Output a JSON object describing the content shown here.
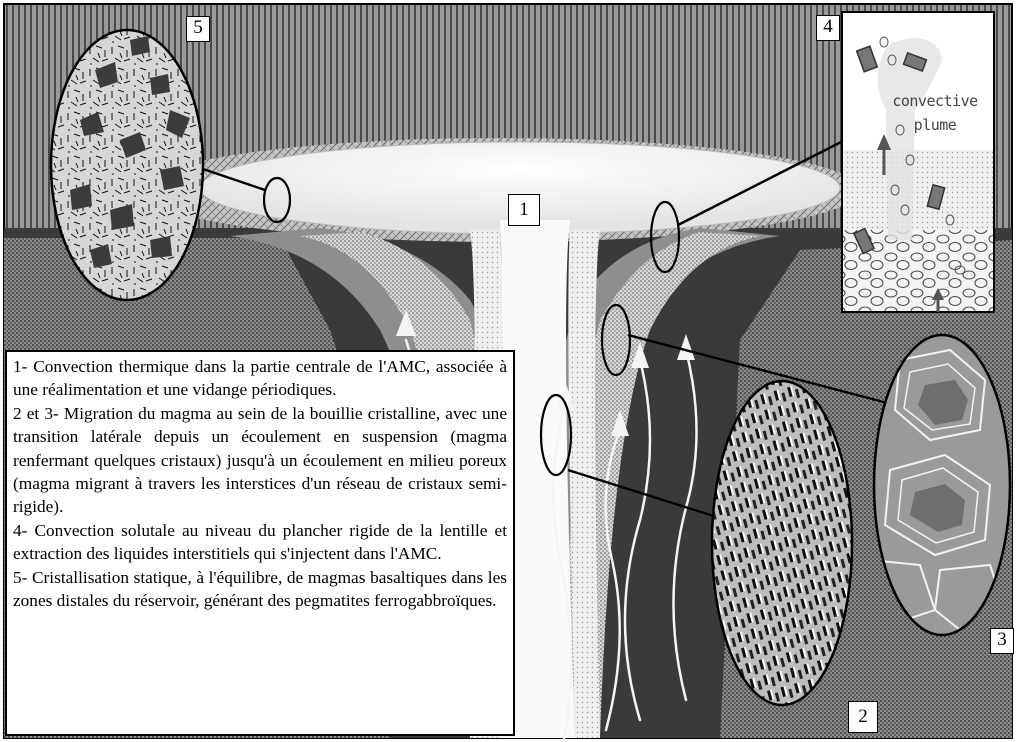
{
  "labels": {
    "l1": "1",
    "l2": "2",
    "l3": "3",
    "l4": "4",
    "l5": "5"
  },
  "inset4": {
    "line1": "convective",
    "line2": "plume"
  },
  "caption": {
    "item1": "1- Convection thermique dans la partie centrale de l'AMC, associée à une réalimentation et une vidange périodiques.",
    "item2": "2 et 3- Migration du magma au sein de la bouillie cristalline, avec une transition latérale depuis un écoulement en suspension (magma renfermant quelques cristaux) jusqu'à un écoulement en milieu poreux (magma migrant à travers les interstices d'un réseau de cristaux semi-rigide).",
    "item4": "4- Convection solutale au niveau du plancher rigide de la lentille et extraction des liquides interstitiels qui s'injectent dans l'AMC.",
    "item5": "5- Cristallisation statique, à l'équilibre, de magmas basaltiques dans les zones distales du réservoir, générant des pegmatites ferrogabbroïques."
  }
}
